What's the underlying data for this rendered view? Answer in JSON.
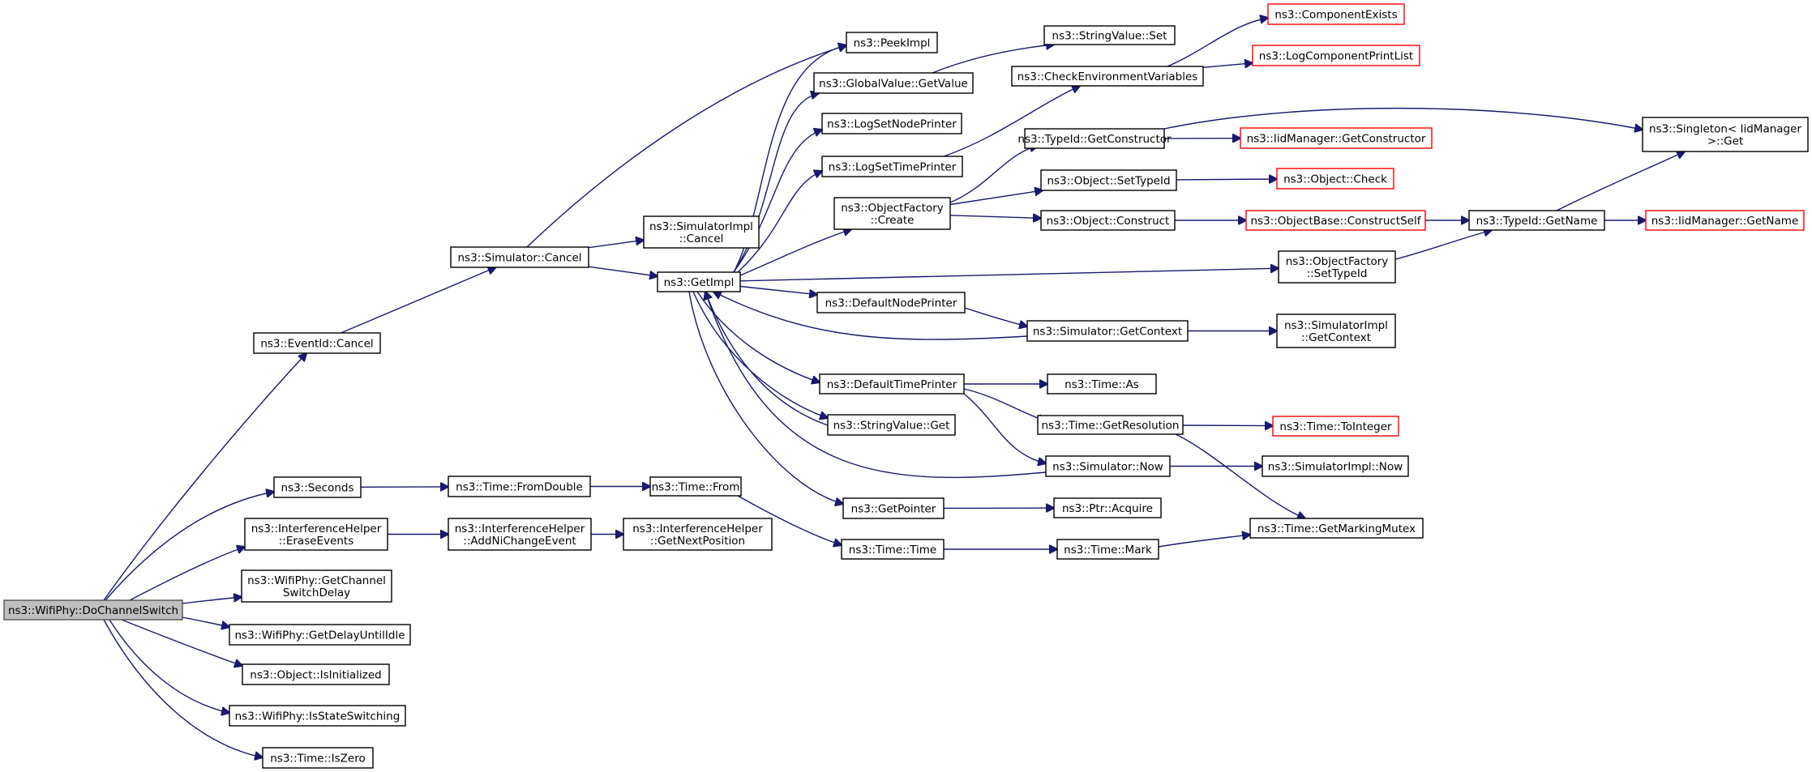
{
  "diagram": {
    "type": "call-graph",
    "colors": {
      "edge": "#191970",
      "node_border": "#000000",
      "external_border": "#ff0000",
      "root_fill": "#bfbfbf",
      "background": "#ffffff"
    },
    "nodes": [
      {
        "id": "DoChannelSwitch",
        "lines": [
          "ns3::WifiPhy::DoChannelSwitch"
        ],
        "style": "root"
      },
      {
        "id": "EventIdCancel",
        "lines": [
          "ns3::EventId::Cancel"
        ],
        "style": "normal"
      },
      {
        "id": "Seconds",
        "lines": [
          "ns3::Seconds"
        ],
        "style": "normal"
      },
      {
        "id": "EraseEvents",
        "lines": [
          "ns3::InterferenceHelper",
          "::EraseEvents"
        ],
        "style": "normal"
      },
      {
        "id": "GetChannelSwitchDelay",
        "lines": [
          "ns3::WifiPhy::GetChannel",
          "SwitchDelay"
        ],
        "style": "normal"
      },
      {
        "id": "GetDelayUntilIdle",
        "lines": [
          "ns3::WifiPhy::GetDelayUntilIdle"
        ],
        "style": "normal"
      },
      {
        "id": "IsInitialized",
        "lines": [
          "ns3::Object::IsInitialized"
        ],
        "style": "normal"
      },
      {
        "id": "IsStateSwitching",
        "lines": [
          "ns3::WifiPhy::IsStateSwitching"
        ],
        "style": "normal"
      },
      {
        "id": "IsZero",
        "lines": [
          "ns3::Time::IsZero"
        ],
        "style": "normal"
      },
      {
        "id": "SimulatorCancel",
        "lines": [
          "ns3::Simulator::Cancel"
        ],
        "style": "normal"
      },
      {
        "id": "FromDouble",
        "lines": [
          "ns3::Time::FromDouble"
        ],
        "style": "normal"
      },
      {
        "id": "AddNiChangeEvent",
        "lines": [
          "ns3::InterferenceHelper",
          "::AddNiChangeEvent"
        ],
        "style": "normal"
      },
      {
        "id": "PeekImpl",
        "lines": [
          "ns3::PeekImpl"
        ],
        "style": "normal"
      },
      {
        "id": "SimulatorImplCancel",
        "lines": [
          "ns3::SimulatorImpl",
          "::Cancel"
        ],
        "style": "normal"
      },
      {
        "id": "GetImpl",
        "lines": [
          "ns3::GetImpl"
        ],
        "style": "normal"
      },
      {
        "id": "TimeFrom",
        "lines": [
          "ns3::Time::From"
        ],
        "style": "normal"
      },
      {
        "id": "GetNextPosition",
        "lines": [
          "ns3::InterferenceHelper",
          "::GetNextPosition"
        ],
        "style": "normal"
      },
      {
        "id": "GlobalValueGetValue",
        "lines": [
          "ns3::GlobalValue::GetValue"
        ],
        "style": "normal"
      },
      {
        "id": "LogSetNodePrinter",
        "lines": [
          "ns3::LogSetNodePrinter"
        ],
        "style": "normal"
      },
      {
        "id": "LogSetTimePrinter",
        "lines": [
          "ns3::LogSetTimePrinter"
        ],
        "style": "normal"
      },
      {
        "id": "ObjectFactoryCreate",
        "lines": [
          "ns3::ObjectFactory",
          "::Create"
        ],
        "style": "normal"
      },
      {
        "id": "DefaultNodePrinter",
        "lines": [
          "ns3::DefaultNodePrinter"
        ],
        "style": "normal"
      },
      {
        "id": "DefaultTimePrinter",
        "lines": [
          "ns3::DefaultTimePrinter"
        ],
        "style": "normal"
      },
      {
        "id": "StringValueGet",
        "lines": [
          "ns3::StringValue::Get"
        ],
        "style": "normal"
      },
      {
        "id": "GetPointer",
        "lines": [
          "ns3::GetPointer"
        ],
        "style": "normal"
      },
      {
        "id": "TimeTime",
        "lines": [
          "ns3::Time::Time"
        ],
        "style": "normal"
      },
      {
        "id": "StringValueSet",
        "lines": [
          "ns3::StringValue::Set"
        ],
        "style": "normal"
      },
      {
        "id": "CheckEnvironmentVariables",
        "lines": [
          "ns3::CheckEnvironmentVariables"
        ],
        "style": "normal"
      },
      {
        "id": "TypeIdGetConstructor",
        "lines": [
          "ns3::TypeId::GetConstructor"
        ],
        "style": "normal"
      },
      {
        "id": "ObjectSetTypeId",
        "lines": [
          "ns3::Object::SetTypeId"
        ],
        "style": "normal"
      },
      {
        "id": "ObjectConstruct",
        "lines": [
          "ns3::Object::Construct"
        ],
        "style": "normal"
      },
      {
        "id": "SimulatorGetContext",
        "lines": [
          "ns3::Simulator::GetContext"
        ],
        "style": "normal"
      },
      {
        "id": "TimeAs",
        "lines": [
          "ns3::Time::As"
        ],
        "style": "normal"
      },
      {
        "id": "TimeGetResolution",
        "lines": [
          "ns3::Time::GetResolution"
        ],
        "style": "normal"
      },
      {
        "id": "SimulatorNow",
        "lines": [
          "ns3::Simulator::Now"
        ],
        "style": "normal"
      },
      {
        "id": "PtrAcquire",
        "lines": [
          "ns3::Ptr::Acquire"
        ],
        "style": "normal"
      },
      {
        "id": "TimeMark",
        "lines": [
          "ns3::Time::Mark"
        ],
        "style": "normal"
      },
      {
        "id": "ComponentExists",
        "lines": [
          "ns3::ComponentExists"
        ],
        "style": "external"
      },
      {
        "id": "LogComponentPrintList",
        "lines": [
          "ns3::LogComponentPrintList"
        ],
        "style": "external"
      },
      {
        "id": "IidManagerGetConstructor",
        "lines": [
          "ns3::IidManager::GetConstructor"
        ],
        "style": "external"
      },
      {
        "id": "ObjectCheck",
        "lines": [
          "ns3::Object::Check"
        ],
        "style": "external"
      },
      {
        "id": "ConstructSelf",
        "lines": [
          "ns3::ObjectBase::ConstructSelf"
        ],
        "style": "external"
      },
      {
        "id": "ObjectFactorySetTypeId",
        "lines": [
          "ns3::ObjectFactory",
          "::SetTypeId"
        ],
        "style": "normal"
      },
      {
        "id": "SimulatorImplGetContext",
        "lines": [
          "ns3::SimulatorImpl",
          "::GetContext"
        ],
        "style": "normal"
      },
      {
        "id": "TimeToInteger",
        "lines": [
          "ns3::Time::ToInteger"
        ],
        "style": "external"
      },
      {
        "id": "SimulatorImplNow",
        "lines": [
          "ns3::SimulatorImpl::Now"
        ],
        "style": "normal"
      },
      {
        "id": "GetMarkingMutex",
        "lines": [
          "ns3::Time::GetMarkingMutex"
        ],
        "style": "normal"
      },
      {
        "id": "TypeIdGetName",
        "lines": [
          "ns3::TypeId::GetName"
        ],
        "style": "normal"
      },
      {
        "id": "SingletonGet",
        "lines": [
          "ns3::Singleton< IidManager",
          " >::Get"
        ],
        "style": "normal"
      },
      {
        "id": "IidManagerGetName",
        "lines": [
          "ns3::IidManager::GetName"
        ],
        "style": "external"
      }
    ],
    "edges": [
      [
        "DoChannelSwitch",
        "EventIdCancel"
      ],
      [
        "DoChannelSwitch",
        "Seconds"
      ],
      [
        "DoChannelSwitch",
        "EraseEvents"
      ],
      [
        "DoChannelSwitch",
        "GetChannelSwitchDelay"
      ],
      [
        "DoChannelSwitch",
        "GetDelayUntilIdle"
      ],
      [
        "DoChannelSwitch",
        "IsInitialized"
      ],
      [
        "DoChannelSwitch",
        "IsStateSwitching"
      ],
      [
        "DoChannelSwitch",
        "IsZero"
      ],
      [
        "EventIdCancel",
        "SimulatorCancel"
      ],
      [
        "SimulatorCancel",
        "PeekImpl"
      ],
      [
        "SimulatorCancel",
        "SimulatorImplCancel"
      ],
      [
        "SimulatorCancel",
        "GetImpl"
      ],
      [
        "Seconds",
        "FromDouble"
      ],
      [
        "FromDouble",
        "TimeFrom"
      ],
      [
        "TimeFrom",
        "TimeTime"
      ],
      [
        "EraseEvents",
        "AddNiChangeEvent"
      ],
      [
        "AddNiChangeEvent",
        "GetNextPosition"
      ],
      [
        "GetImpl",
        "PeekImpl"
      ],
      [
        "GetImpl",
        "GlobalValueGetValue"
      ],
      [
        "GetImpl",
        "LogSetNodePrinter"
      ],
      [
        "GetImpl",
        "LogSetTimePrinter"
      ],
      [
        "GetImpl",
        "ObjectFactoryCreate"
      ],
      [
        "GetImpl",
        "ObjectFactorySetTypeId"
      ],
      [
        "GetImpl",
        "DefaultNodePrinter"
      ],
      [
        "GetImpl",
        "DefaultTimePrinter"
      ],
      [
        "GetImpl",
        "StringValueGet"
      ],
      [
        "GetImpl",
        "GetPointer"
      ],
      [
        "GlobalValueGetValue",
        "StringValueSet"
      ],
      [
        "LogSetTimePrinter",
        "CheckEnvironmentVariables"
      ],
      [
        "CheckEnvironmentVariables",
        "ComponentExists"
      ],
      [
        "CheckEnvironmentVariables",
        "LogComponentPrintList"
      ],
      [
        "ObjectFactoryCreate",
        "TypeIdGetConstructor"
      ],
      [
        "ObjectFactoryCreate",
        "ObjectSetTypeId"
      ],
      [
        "ObjectFactoryCreate",
        "ObjectConstruct"
      ],
      [
        "TypeIdGetConstructor",
        "IidManagerGetConstructor"
      ],
      [
        "TypeIdGetConstructor",
        "SingletonGet"
      ],
      [
        "ObjectSetTypeId",
        "ObjectCheck"
      ],
      [
        "ObjectConstruct",
        "ConstructSelf"
      ],
      [
        "ConstructSelf",
        "TypeIdGetName"
      ],
      [
        "ObjectFactorySetTypeId",
        "TypeIdGetName"
      ],
      [
        "TypeIdGetName",
        "SingletonGet"
      ],
      [
        "TypeIdGetName",
        "IidManagerGetName"
      ],
      [
        "DefaultNodePrinter",
        "SimulatorGetContext"
      ],
      [
        "SimulatorGetContext",
        "GetImpl"
      ],
      [
        "SimulatorGetContext",
        "SimulatorImplGetContext"
      ],
      [
        "DefaultTimePrinter",
        "TimeAs"
      ],
      [
        "DefaultTimePrinter",
        "TimeGetResolution"
      ],
      [
        "DefaultTimePrinter",
        "SimulatorNow"
      ],
      [
        "TimeGetResolution",
        "TimeToInteger"
      ],
      [
        "TimeGetResolution",
        "GetMarkingMutex"
      ],
      [
        "SimulatorNow",
        "GetImpl"
      ],
      [
        "SimulatorNow",
        "SimulatorImplNow"
      ],
      [
        "StringValueGet",
        "GetImpl"
      ],
      [
        "GetPointer",
        "PtrAcquire"
      ],
      [
        "TimeTime",
        "TimeMark"
      ],
      [
        "TimeMark",
        "GetMarkingMutex"
      ]
    ]
  }
}
